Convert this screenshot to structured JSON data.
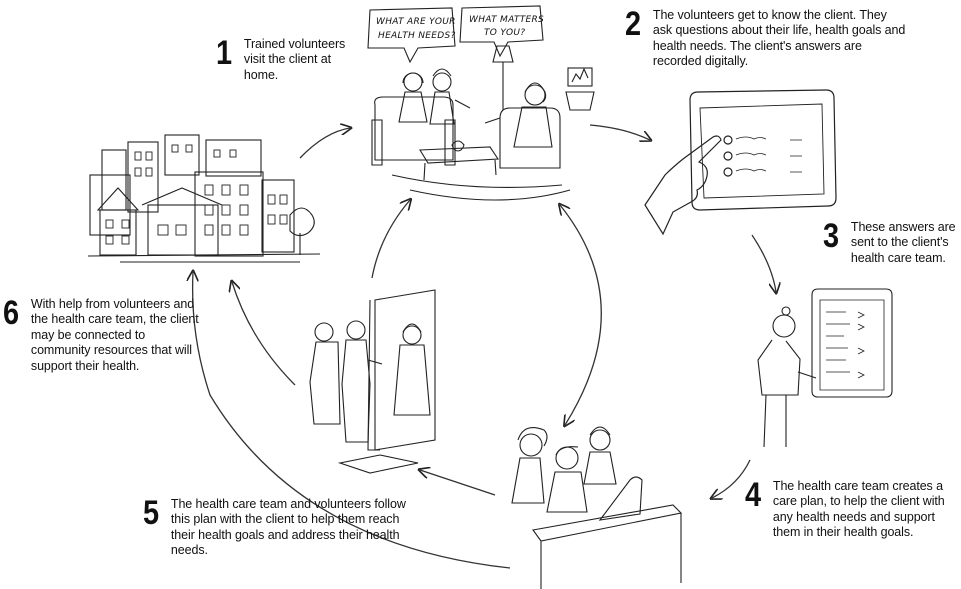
{
  "bubbles": [
    {
      "line1": "WHAT ARE YOUR",
      "line2": "HEALTH NEEDS?"
    },
    {
      "line1": "WHAT MATTERS",
      "line2": "TO YOU?"
    }
  ],
  "steps": [
    {
      "number": "1",
      "text": "Trained volunteers visit the client at home."
    },
    {
      "number": "2",
      "text": "The volunteers get to know the client. They ask questions about their life, health goals and health needs. The client's answers are recorded digitally."
    },
    {
      "number": "3",
      "text": "These answers are sent to the client's health care team."
    },
    {
      "number": "4",
      "text": "The health care team creates a care plan, to help the client with any health needs and support them in their health goals."
    },
    {
      "number": "5",
      "text": "The health care team and volunteers follow this plan with the client to help them reach their health goals and address their health needs."
    },
    {
      "number": "6",
      "text": "With help from volunteers and the health care team, the client may be connected to community resources that will support their health."
    }
  ]
}
